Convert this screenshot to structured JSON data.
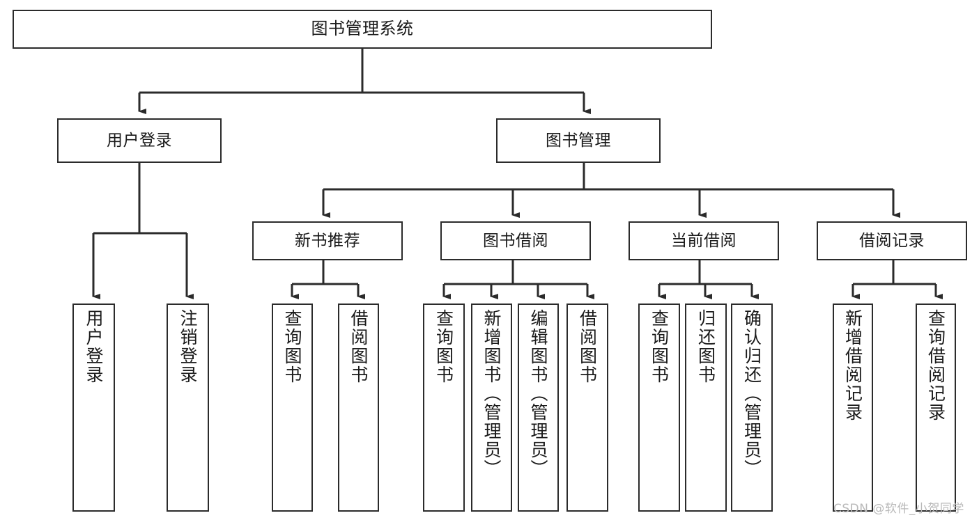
{
  "diagram": {
    "title": "图书管理系统",
    "type": "tree-hierarchy",
    "watermark": "CSDN @软件_小贺同学",
    "colors": {
      "stroke": "#2b2b2b",
      "text": "#1a1a1a",
      "background": "#ffffff",
      "watermark": "#b9b9b9"
    },
    "nodes": {
      "root": {
        "label": "图书管理系统"
      },
      "level2": [
        {
          "id": "user-login",
          "label": "用户登录"
        },
        {
          "id": "book-manage",
          "label": "图书管理"
        }
      ],
      "level3": [
        {
          "id": "new-book-recommend",
          "label": "新书推荐"
        },
        {
          "id": "book-borrow",
          "label": "图书借阅"
        },
        {
          "id": "current-borrow",
          "label": "当前借阅"
        },
        {
          "id": "borrow-record",
          "label": "借阅记录"
        }
      ],
      "leaves": {
        "user_login": [
          {
            "id": "leaf-user-login",
            "label": "用户登录"
          },
          {
            "id": "leaf-logout-login",
            "label": "注销登录"
          }
        ],
        "new_book_recommend": [
          {
            "id": "leaf-query-book-1",
            "label": "查询图书"
          },
          {
            "id": "leaf-borrow-book-1",
            "label": "借阅图书"
          }
        ],
        "book_borrow": [
          {
            "id": "leaf-query-book-2",
            "label": "查询图书"
          },
          {
            "id": "leaf-add-book",
            "label": "新增图书（管理员）"
          },
          {
            "id": "leaf-edit-book",
            "label": "编辑图书（管理员）"
          },
          {
            "id": "leaf-borrow-book-2",
            "label": "借阅图书"
          }
        ],
        "current_borrow": [
          {
            "id": "leaf-query-book-3",
            "label": "查询图书"
          },
          {
            "id": "leaf-return-book",
            "label": "归还图书"
          },
          {
            "id": "leaf-confirm-return",
            "label": "确认归还（管理员）"
          }
        ],
        "borrow_record": [
          {
            "id": "leaf-add-record",
            "label": "新增借阅记录"
          },
          {
            "id": "leaf-query-record",
            "label": "查询借阅记录"
          }
        ]
      }
    }
  }
}
